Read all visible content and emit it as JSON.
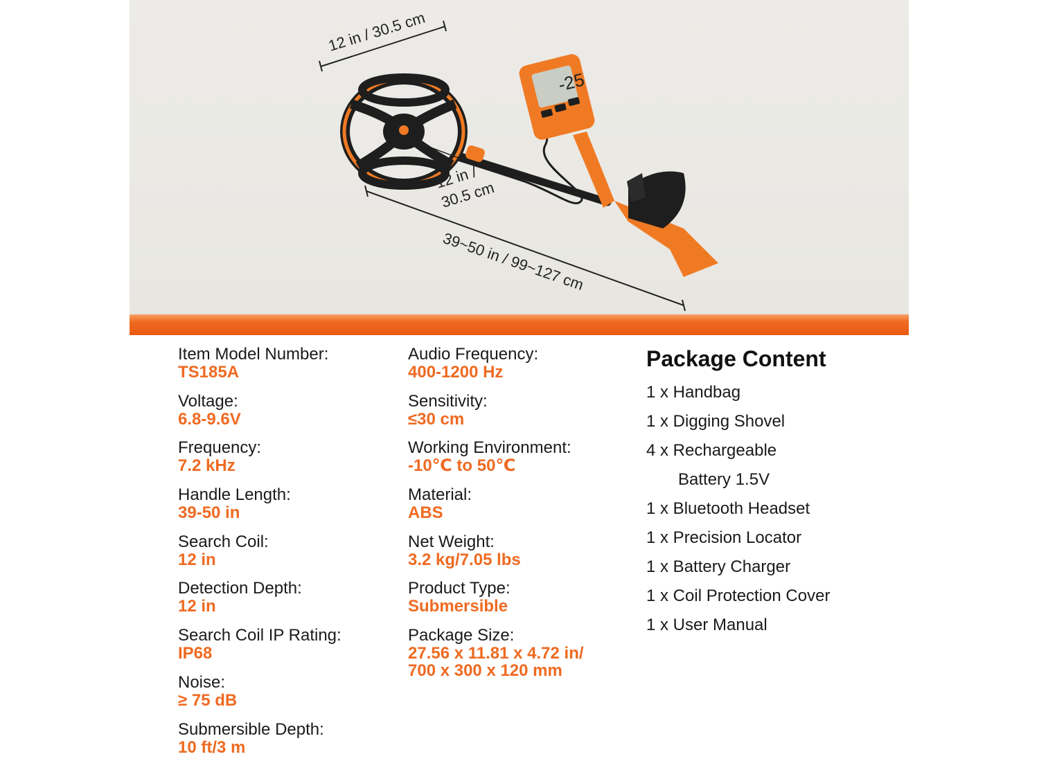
{
  "hero": {
    "dimensions": {
      "coil_diameter": "12 in / 30.5 cm",
      "coil_depth_line1": "12 in /",
      "coil_depth_line2": "30.5 cm",
      "length": "39~50 in / 99~127 cm"
    },
    "screen_readout": "-25",
    "colors": {
      "accent": "#ef6a21",
      "body": "#f07a24",
      "dark": "#1e1e1e",
      "background": "#ebeae6"
    }
  },
  "specs_left": [
    {
      "label": "Item Model Number:",
      "value": "TS185A"
    },
    {
      "label": "Voltage:",
      "value": "6.8-9.6V"
    },
    {
      "label": "Frequency:",
      "value": "7.2 kHz"
    },
    {
      "label": "Handle Length:",
      "value": "39-50 in"
    },
    {
      "label": "Search Coil:",
      "value": "12 in"
    },
    {
      "label": "Detection Depth:",
      "value": "12 in"
    },
    {
      "label": "Search Coil IP Rating:",
      "value": "IP68"
    },
    {
      "label": "Noise:",
      "value": "≥ 75 dB"
    },
    {
      "label": "Submersible Depth:",
      "value": "10 ft/3 m"
    }
  ],
  "specs_right": [
    {
      "label": "Audio Frequency:",
      "value": "400-1200 Hz"
    },
    {
      "label": "Sensitivity:",
      "value": "≤30 cm"
    },
    {
      "label": "Working Environment:",
      "value": "-10℃ to 50℃"
    },
    {
      "label": "Material:",
      "value": "ABS"
    },
    {
      "label": "Net Weight:",
      "value": "3.2 kg/7.05 lbs"
    },
    {
      "label": "Product Type:",
      "value": "Submersible"
    },
    {
      "label": "Package Size:",
      "value": "27.56 x 11.81 x 4.72 in/",
      "value2": "700 x 300 x 120 mm"
    }
  ],
  "package": {
    "title": "Package Content",
    "items": [
      "1 x Handbag",
      "1 x Digging Shovel",
      "4 x Rechargeable",
      "Battery 1.5V",
      "1 x Bluetooth Headset",
      "1 x Precision Locator",
      "1 x Battery Charger",
      "1 x Coil Protection Cover",
      "1 x User Manual"
    ]
  }
}
